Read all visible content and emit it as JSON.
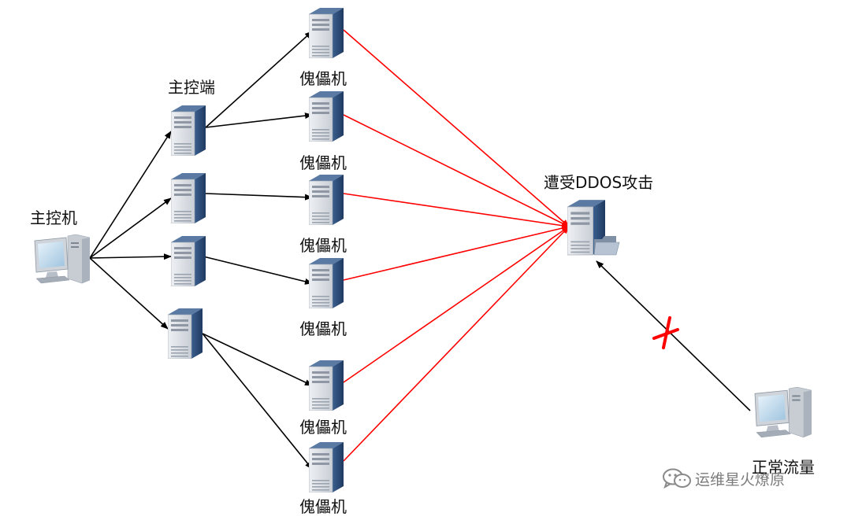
{
  "labels": {
    "master": "主控机",
    "handler": "主控端",
    "zombie": "傀儡机",
    "victim": "遭受DDOS攻击",
    "normal": "正常流量"
  },
  "watermark": "运维星火燎原",
  "colors": {
    "control_arrow": "#000000",
    "attack_line": "#ff0000",
    "blocked_mark": "#ff0000",
    "server_dark": "#2e4e7a",
    "server_light": "#d9dde3"
  },
  "nodes": [
    {
      "id": "master",
      "type": "pc",
      "label": "主控机"
    },
    {
      "id": "handler-1",
      "type": "server",
      "label": "主控端"
    },
    {
      "id": "handler-2",
      "type": "server"
    },
    {
      "id": "handler-3",
      "type": "server"
    },
    {
      "id": "handler-4",
      "type": "server"
    },
    {
      "id": "zombie-1",
      "type": "server",
      "label": "傀儡机"
    },
    {
      "id": "zombie-2",
      "type": "server",
      "label": "傀儡机"
    },
    {
      "id": "zombie-3",
      "type": "server",
      "label": "傀儡机"
    },
    {
      "id": "zombie-4",
      "type": "server",
      "label": "傀儡机"
    },
    {
      "id": "zombie-5",
      "type": "server",
      "label": "傀儡机"
    },
    {
      "id": "zombie-6",
      "type": "server",
      "label": "傀儡机"
    },
    {
      "id": "victim",
      "type": "server-folder",
      "label": "遭受DDOS攻击"
    },
    {
      "id": "normal",
      "type": "pc",
      "label": "正常流量"
    }
  ],
  "edges": [
    {
      "from": "master",
      "to": "handler-1",
      "kind": "control"
    },
    {
      "from": "master",
      "to": "handler-2",
      "kind": "control"
    },
    {
      "from": "master",
      "to": "handler-3",
      "kind": "control"
    },
    {
      "from": "master",
      "to": "handler-4",
      "kind": "control"
    },
    {
      "from": "handler-1",
      "to": "zombie-1",
      "kind": "control"
    },
    {
      "from": "handler-1",
      "to": "zombie-2",
      "kind": "control"
    },
    {
      "from": "handler-2",
      "to": "zombie-3",
      "kind": "control"
    },
    {
      "from": "handler-3",
      "to": "zombie-4",
      "kind": "control"
    },
    {
      "from": "handler-4",
      "to": "zombie-5",
      "kind": "control"
    },
    {
      "from": "handler-4",
      "to": "zombie-6",
      "kind": "control"
    },
    {
      "from": "zombie-1",
      "to": "victim",
      "kind": "attack"
    },
    {
      "from": "zombie-2",
      "to": "victim",
      "kind": "attack"
    },
    {
      "from": "zombie-3",
      "to": "victim",
      "kind": "attack"
    },
    {
      "from": "zombie-4",
      "to": "victim",
      "kind": "attack"
    },
    {
      "from": "zombie-5",
      "to": "victim",
      "kind": "attack"
    },
    {
      "from": "zombie-6",
      "to": "victim",
      "kind": "attack"
    },
    {
      "from": "normal",
      "to": "victim",
      "kind": "blocked"
    }
  ]
}
